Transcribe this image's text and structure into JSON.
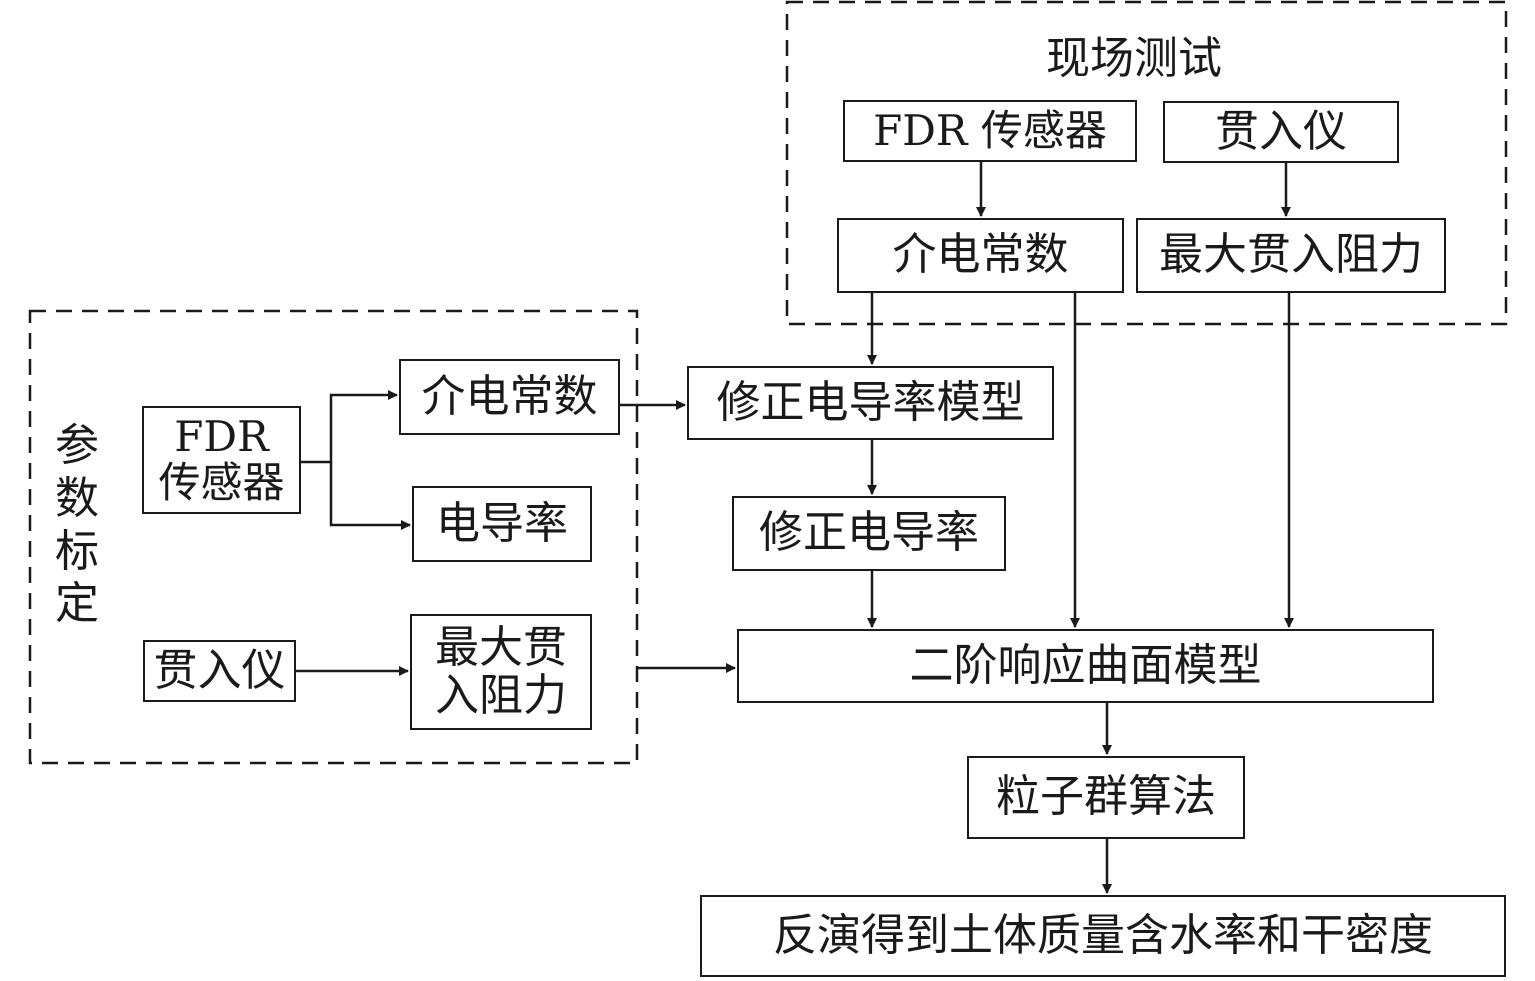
{
  "groups": {
    "field_test": {
      "title": "现场测试"
    },
    "calibration": {
      "title": "参\n数\n标\n定"
    }
  },
  "nodes": {
    "field_fdr": "FDR 传感器",
    "field_penetrometer": "贯入仪",
    "field_dielectric": "介电常数",
    "field_max_resistance": "最大贯入阻力",
    "cal_fdr": "FDR\n传感器",
    "cal_dielectric": "介电常数",
    "cal_conductivity": "电导率",
    "cal_penetrometer": "贯入仪",
    "cal_max_resistance": "最大贯\n入阻力",
    "corrected_conductivity_model": "修正电导率模型",
    "corrected_conductivity": "修正电导率",
    "response_surface_model": "二阶响应曲面模型",
    "pso": "粒子群算法",
    "result": "反演得到土体质量含水率和干密度"
  },
  "colors": {
    "stroke": "#1a1a1a",
    "background": "#ffffff"
  }
}
